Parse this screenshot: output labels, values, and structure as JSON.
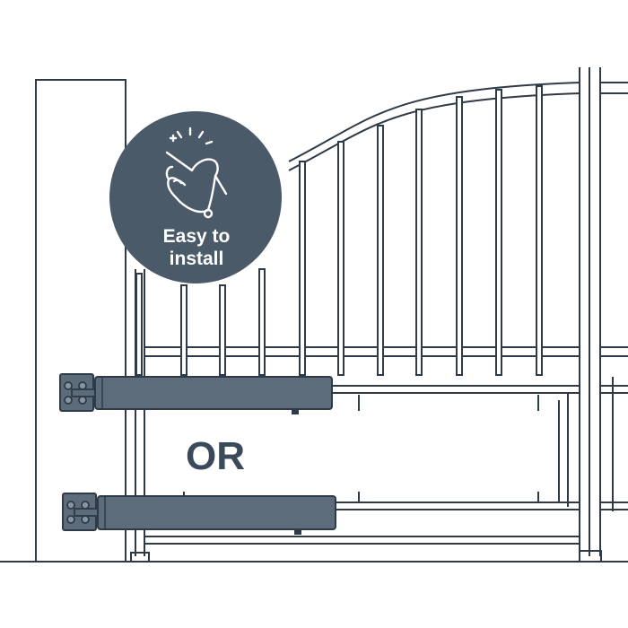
{
  "badge": {
    "line1": "Easy to",
    "line2": "install",
    "icon": "hand-snap-icon"
  },
  "divider_label": "OR",
  "colors": {
    "line": "#2e3a45",
    "actuator": "#5d6c7b",
    "badge": "#4a5a69",
    "text_dark": "#3a4a5a"
  }
}
